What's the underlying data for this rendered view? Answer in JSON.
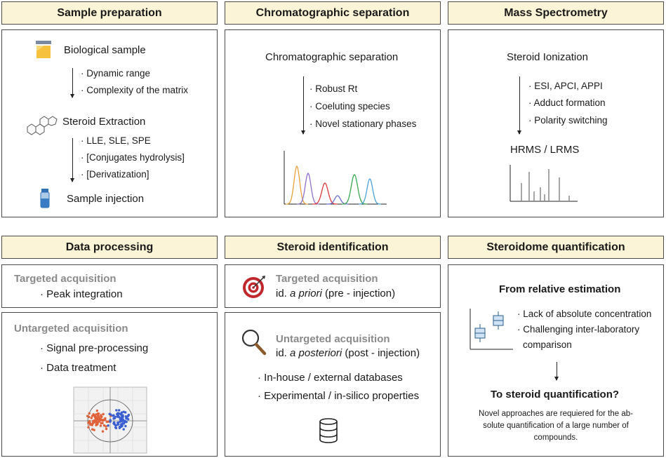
{
  "panels": {
    "sample_preparation": {
      "title": "Sample preparation",
      "biological_sample": "Biological sample",
      "bio_bullets": [
        "· Dynamic range",
        "· Complexity of the matrix"
      ],
      "steroid_extraction": "Steroid Extraction",
      "ext_bullets": [
        "· LLE, SLE, SPE",
        "· [Conjugates hydrolysis]",
        "· [Derivatization]"
      ],
      "sample_injection": "Sample injection"
    },
    "chromatographic_separation": {
      "title": "Chromatographic separation",
      "heading": "Chromatographic separation",
      "bullets": [
        "· Robust Rt",
        "· Coeluting species",
        "· Novel stationary phases"
      ],
      "peak_colors": [
        "#e8a13a",
        "#8e6fc8",
        "#d93a3a",
        "#6b6fd0",
        "#3aa64f",
        "#4aa3d9"
      ]
    },
    "mass_spectrometry": {
      "title": "Mass Spectrometry",
      "heading": "Steroid Ionization",
      "bullets": [
        "· ESI, APCI, APPI",
        "· Adduct formation",
        "· Polarity switching"
      ],
      "hrms": "HRMS / LRMS"
    },
    "data_processing": {
      "title": "Data processing",
      "targeted": "Targeted acquisition",
      "targeted_bullet": "· Peak integration",
      "untargeted": "Untargeted acquisition",
      "untargeted_bullets": [
        "· Signal pre-processing",
        "· Data treatment"
      ]
    },
    "steroid_identification": {
      "title": "Steroid identification",
      "targeted": "Targeted acquisition",
      "targeted_id_prefix": "id. ",
      "targeted_id_italic": "a priori",
      "targeted_id_suffix": " (pre - injection)",
      "untargeted": "Untargeted acquisition",
      "untargeted_id_prefix": "id. ",
      "untargeted_id_italic": "a posteriori",
      "untargeted_id_suffix": " (post - injection)",
      "bullets": [
        "· In-house / external databases",
        "· Experimental / in-silico properties"
      ]
    },
    "steroidome_quantification": {
      "title": "Steroidome quantification",
      "from": "From relative estimation",
      "bullets": [
        "· Lack of absolute concentration",
        "· Challenging inter-laboratory"
      ],
      "bullet_cont": "comparison",
      "to": "To steroid quantification?",
      "note_lines": [
        "Novel approaches are requiered for the ab-",
        "solute quantification of a large number of",
        "compounds."
      ]
    }
  },
  "colors": {
    "header_bg": "#fbf4d6",
    "target_red": "#c0282d",
    "scatter_red": "#e0623a",
    "scatter_blue": "#3a5fd0",
    "box_blue": "#cfe3f5"
  },
  "icons": [
    "test-tube-icon",
    "steroid-structure-icon",
    "vial-icon",
    "target-icon",
    "magnifier-icon",
    "database-icon"
  ]
}
